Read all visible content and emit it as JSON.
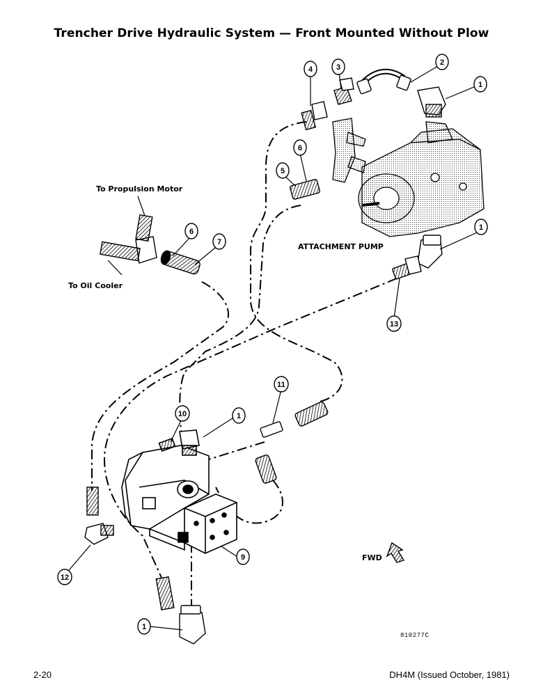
{
  "title": "Trencher Drive Hydraulic System — Front Mounted Without Plow",
  "labels": {
    "propulsion_motor": "To Propulsion Motor",
    "oil_cooler": "To Oil Cooler",
    "attachment_pump": "ATTACHMENT PUMP",
    "fwd": "FWD"
  },
  "callouts": {
    "c1_top": "1",
    "c2": "2",
    "c3": "3",
    "c4": "4",
    "c5": "5",
    "c6_top": "6",
    "c6_left": "6",
    "c7": "7",
    "c1_right": "1",
    "c13": "13",
    "c11": "11",
    "c10": "10",
    "c1_mid": "1",
    "c9": "9",
    "c12": "12",
    "c1_bottom": "1"
  },
  "drawing_number": "810277C",
  "footer": {
    "page": "2-20",
    "doc": "DH4M (Issued October, 1981)"
  }
}
